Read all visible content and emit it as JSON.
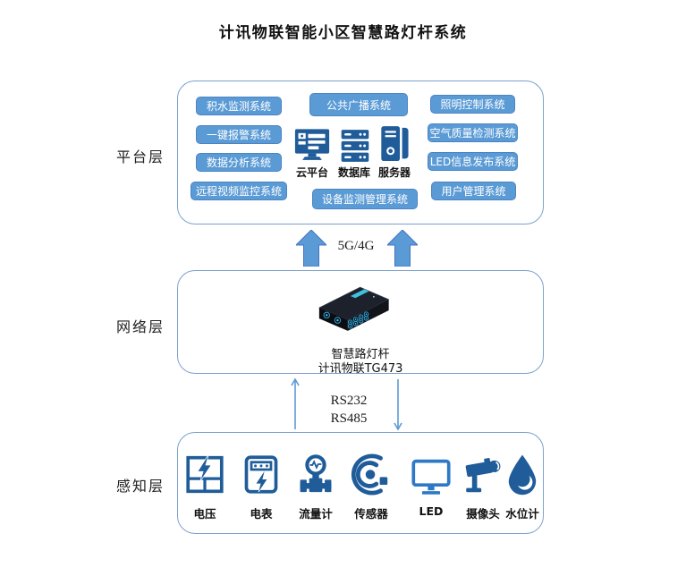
{
  "title": "计讯物联智能小区智慧路灯杆系统",
  "colors": {
    "button_blue": "#5B9BD5",
    "button_border": "#4A84C4",
    "box_border": "#7DA0CD",
    "icon_dark_blue": "#1F5C99",
    "icon_light_blue": "#2E79C7",
    "device_accent_cyan": "#3EC1E0"
  },
  "layers": {
    "platform": {
      "label": "平台层",
      "left_buttons": [
        "积水监测系统",
        "一键报警系统",
        "数据分析系统",
        "远程视频监控系统"
      ],
      "center_top_button": "公共广播系统",
      "center_bottom_button": "设备监测管理系统",
      "right_buttons": [
        "照明控制系统",
        "空气质量检测系统",
        "LED信息发布系统",
        "用户管理系统"
      ],
      "infrastructure": [
        {
          "icon": "cloud-platform-icon",
          "label": "云平台"
        },
        {
          "icon": "database-icon",
          "label": "数据库"
        },
        {
          "icon": "server-icon",
          "label": "服务器"
        }
      ]
    },
    "network": {
      "label": "网络层",
      "device_name": "智慧路灯杆",
      "device_model": "计讯物联TG473"
    },
    "perception": {
      "label": "感知层",
      "devices": [
        {
          "icon": "voltage-icon",
          "label": "电压"
        },
        {
          "icon": "electric-meter-icon",
          "label": "电表"
        },
        {
          "icon": "flow-meter-icon",
          "label": "流量计"
        },
        {
          "icon": "sensor-icon",
          "label": "传感器"
        },
        {
          "icon": "led-screen-icon",
          "label": "LED"
        },
        {
          "icon": "camera-icon",
          "label": "摄像头"
        },
        {
          "icon": "water-level-icon",
          "label": "水位计"
        }
      ]
    }
  },
  "connections": {
    "platform_network": "5G/4G",
    "network_perception": [
      "RS232",
      "RS485"
    ]
  }
}
